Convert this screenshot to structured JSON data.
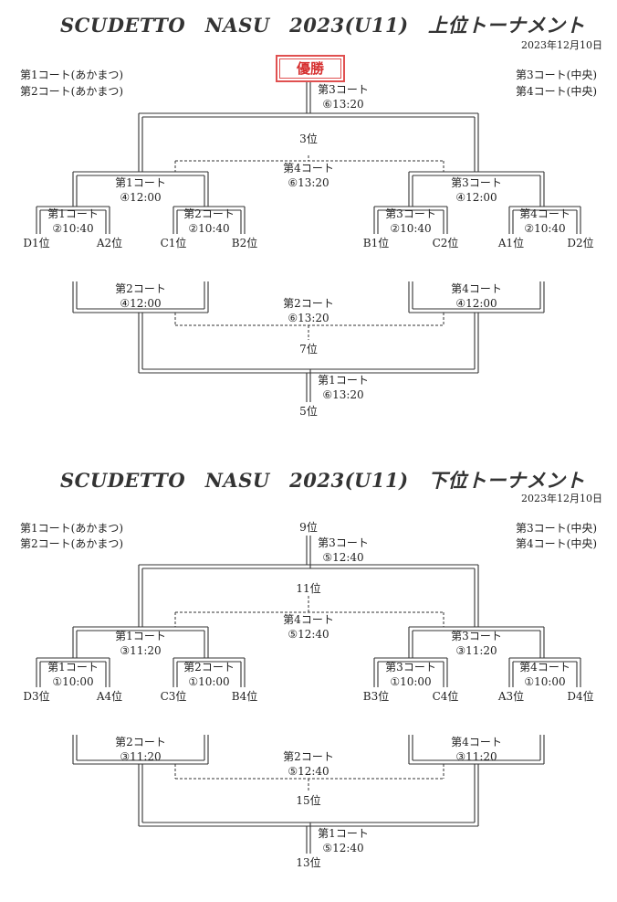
{
  "upper": {
    "title": "SCUDETTO　NASU　2023(U11)　上位トーナメント",
    "date": "2023年12月10日",
    "venue_left": [
      "第1コート(あかまつ)",
      "第2コート(あかまつ)"
    ],
    "venue_right": [
      "第3コート(中央)",
      "第4コート(中央)"
    ],
    "champion": "優勝",
    "final": {
      "court": "第3コート",
      "time": "⑥13:20"
    },
    "third_label": "3位",
    "third_match": {
      "court": "第4コート",
      "time": "⑥13:20"
    },
    "semi_left": {
      "court": "第1コート",
      "time": "④12:00"
    },
    "semi_right": {
      "court": "第3コート",
      "time": "④12:00"
    },
    "first_round": [
      {
        "court": "第1コート",
        "time": "②10:40",
        "left": "D1位",
        "right": "A2位"
      },
      {
        "court": "第2コート",
        "time": "②10:40",
        "left": "C1位",
        "right": "B2位"
      },
      {
        "court": "第3コート",
        "time": "②10:40",
        "left": "B1位",
        "right": "C2位"
      },
      {
        "court": "第4コート",
        "time": "②10:40",
        "left": "A1位",
        "right": "D2位"
      }
    ],
    "cons_left": {
      "court": "第2コート",
      "time": "④12:00"
    },
    "cons_right": {
      "court": "第4コート",
      "time": "④12:00"
    },
    "seventh_match": {
      "court": "第2コート",
      "time": "⑥13:20"
    },
    "seventh_label": "7位",
    "fifth_match": {
      "court": "第1コート",
      "time": "⑥13:20"
    },
    "fifth_label": "5位"
  },
  "lower": {
    "title": "SCUDETTO　NASU　2023(U11)　下位トーナメント",
    "date": "2023年12月10日",
    "venue_left": [
      "第1コート(あかまつ)",
      "第2コート(あかまつ)"
    ],
    "venue_right": [
      "第3コート(中央)",
      "第4コート(中央)"
    ],
    "ninth_label": "9位",
    "final": {
      "court": "第3コート",
      "time": "⑤12:40"
    },
    "eleventh_label": "11位",
    "third_match": {
      "court": "第4コート",
      "time": "⑤12:40"
    },
    "semi_left": {
      "court": "第1コート",
      "time": "③11:20"
    },
    "semi_right": {
      "court": "第3コート",
      "time": "③11:20"
    },
    "first_round": [
      {
        "court": "第1コート",
        "time": "①10:00",
        "left": "D3位",
        "right": "A4位"
      },
      {
        "court": "第2コート",
        "time": "①10:00",
        "left": "C3位",
        "right": "B4位"
      },
      {
        "court": "第3コート",
        "time": "①10:00",
        "left": "B3位",
        "right": "C4位"
      },
      {
        "court": "第4コート",
        "time": "①10:00",
        "left": "A3位",
        "right": "D4位"
      }
    ],
    "cons_left": {
      "court": "第2コート",
      "time": "③11:20"
    },
    "cons_right": {
      "court": "第4コート",
      "time": "③11:20"
    },
    "seventh_match": {
      "court": "第2コート",
      "time": "⑤12:40"
    },
    "seventh_label": "15位",
    "fifth_match": {
      "court": "第1コート",
      "time": "⑤12:40"
    },
    "fifth_label": "13位"
  }
}
